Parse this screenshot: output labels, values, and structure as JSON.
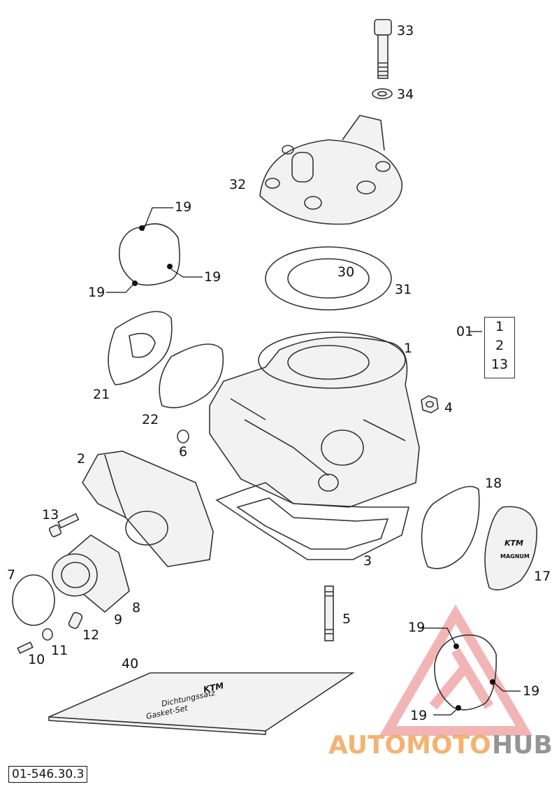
{
  "diagram_title": "",
  "document_code": "01-546.30.3",
  "brand_watermark": {
    "part_a": "AUTOMOTO",
    "part_b": "HUB",
    "color_a": "#f2a65a",
    "color_b": "#8a8a8a",
    "logo_color": "#e87a7a"
  },
  "kit_group": {
    "label": "01",
    "items": [
      "1",
      "2",
      "13"
    ]
  },
  "gasket_set_text": {
    "brand": "KTM",
    "line1": "Dichtungssatz",
    "line2": "Gasket-Set"
  },
  "cover_text": {
    "brand": "KTM",
    "model": "MAGNUM"
  },
  "labels": [
    {
      "id": "l33",
      "text": "33"
    },
    {
      "id": "l34",
      "text": "34"
    },
    {
      "id": "l32",
      "text": "32"
    },
    {
      "id": "l19a",
      "text": "19"
    },
    {
      "id": "l19b",
      "text": "19"
    },
    {
      "id": "l19c",
      "text": "19"
    },
    {
      "id": "l30",
      "text": "30"
    },
    {
      "id": "l31",
      "text": "31"
    },
    {
      "id": "l21",
      "text": "21"
    },
    {
      "id": "l22",
      "text": "22"
    },
    {
      "id": "l1",
      "text": "1"
    },
    {
      "id": "l4",
      "text": "4"
    },
    {
      "id": "l6",
      "text": "6"
    },
    {
      "id": "l2",
      "text": "2"
    },
    {
      "id": "l18",
      "text": "18"
    },
    {
      "id": "l13",
      "text": "13"
    },
    {
      "id": "l3",
      "text": "3"
    },
    {
      "id": "l17",
      "text": "17"
    },
    {
      "id": "l7",
      "text": "7"
    },
    {
      "id": "l8",
      "text": "8"
    },
    {
      "id": "l9",
      "text": "9"
    },
    {
      "id": "l12",
      "text": "12"
    },
    {
      "id": "l5",
      "text": "5"
    },
    {
      "id": "l19d",
      "text": "19"
    },
    {
      "id": "l19e",
      "text": "19"
    },
    {
      "id": "l19f",
      "text": "19"
    },
    {
      "id": "l10",
      "text": "10"
    },
    {
      "id": "l11",
      "text": "11"
    },
    {
      "id": "l40",
      "text": "40"
    }
  ]
}
